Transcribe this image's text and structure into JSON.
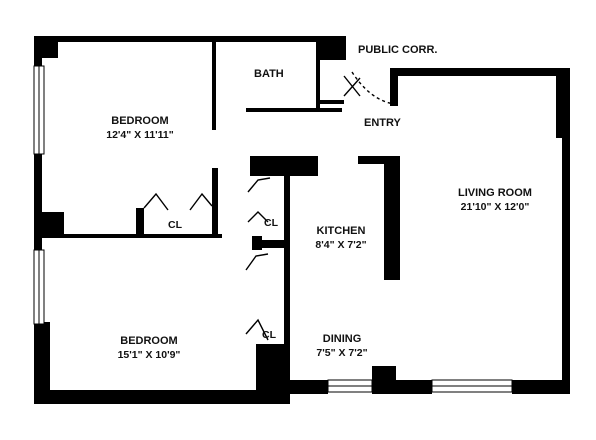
{
  "plan": {
    "rooms": [
      {
        "name": "BEDROOM",
        "dims": "12'4\" X 11'11\""
      },
      {
        "name": "BEDROOM",
        "dims": "15'1\" X 10'9\""
      },
      {
        "name": "LIVING ROOM",
        "dims": "21'10\" X 12'0\""
      },
      {
        "name": "KITCHEN",
        "dims": "8'4\" X 7'2\""
      },
      {
        "name": "DINING",
        "dims": "7'5\" X 7'2\""
      }
    ],
    "labels": {
      "bath": "BATH",
      "entry": "ENTRY",
      "public_corridor": "PUBLIC CORR.",
      "closet": "CL"
    }
  }
}
